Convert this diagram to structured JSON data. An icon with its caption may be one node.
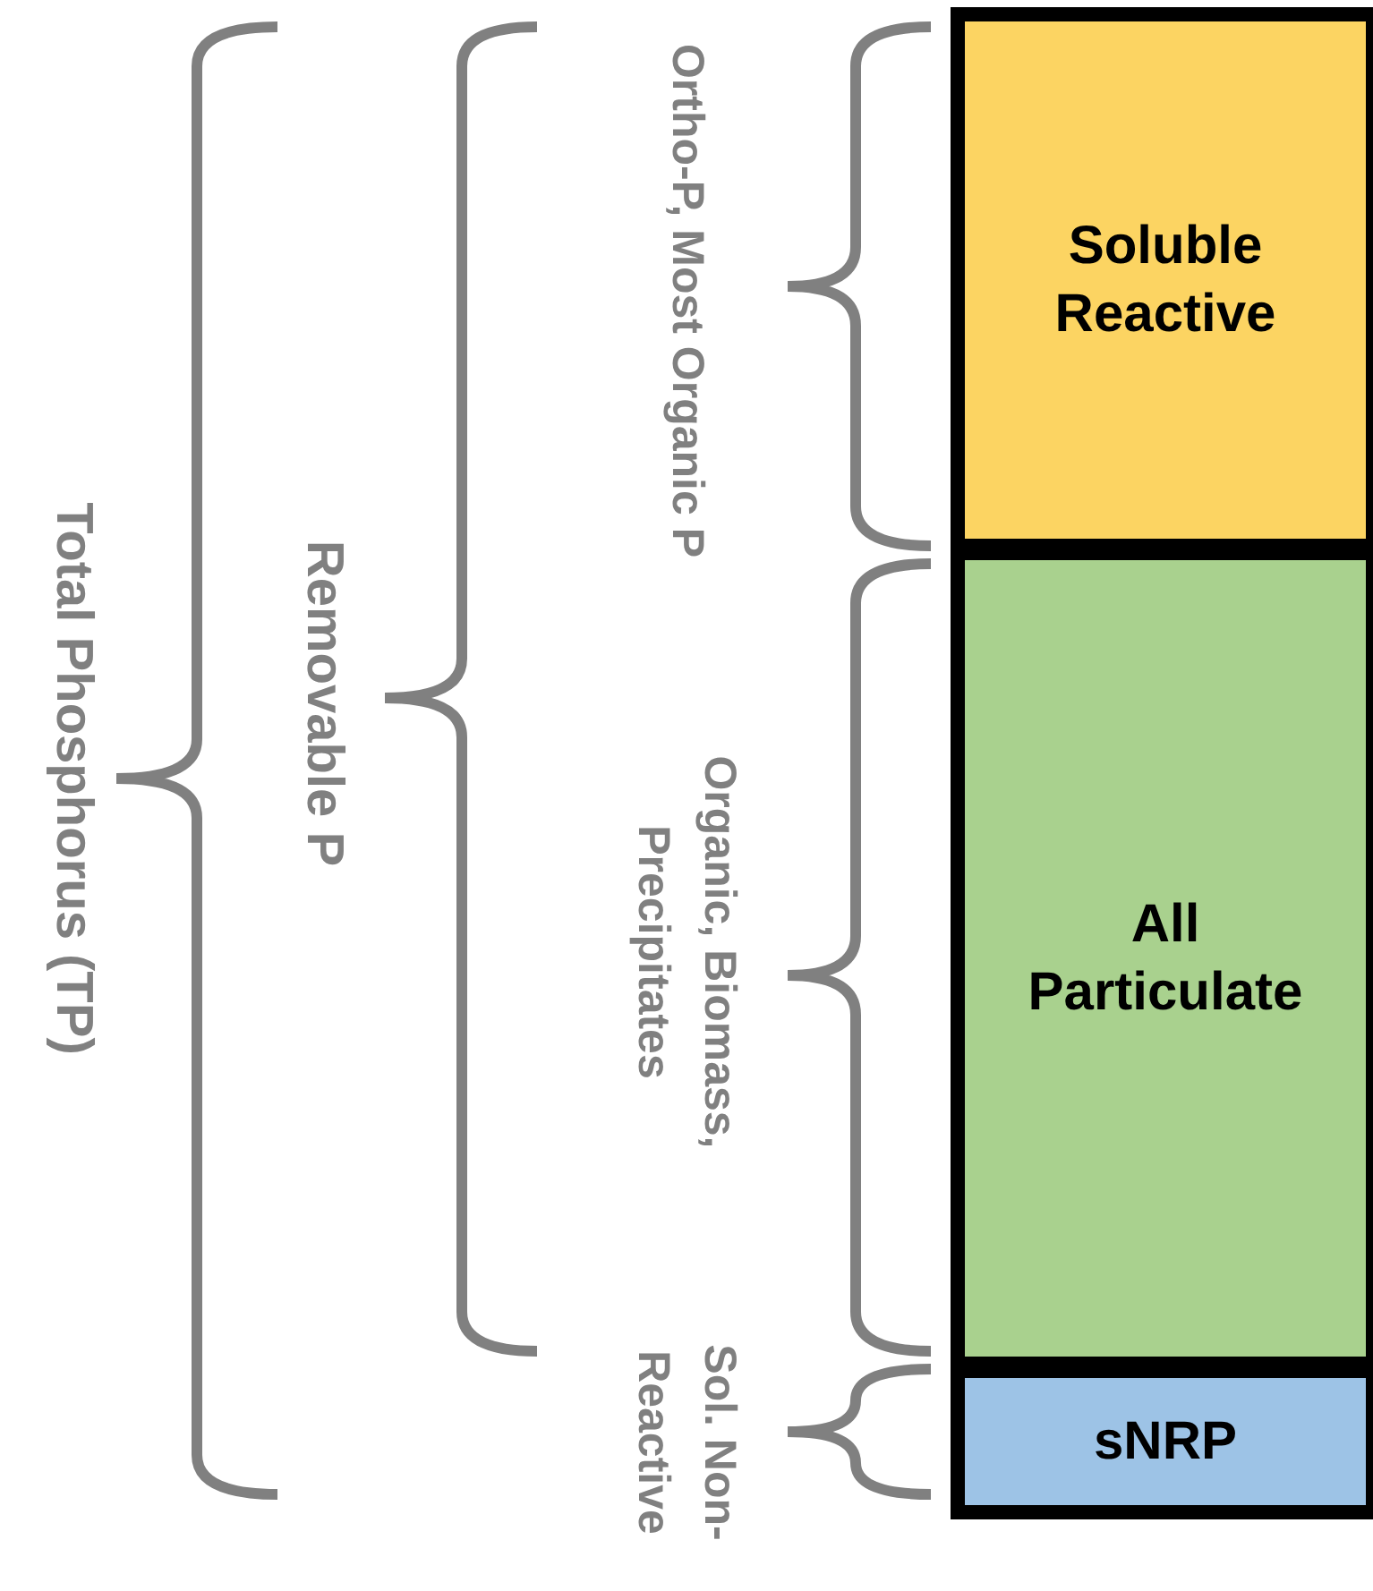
{
  "diagram": {
    "nodes": [
      {
        "text": [
          "Soluble Reactive"
        ]
      },
      {
        "text": [
          "All Particulate"
        ]
      },
      {
        "text": [
          "sNRP"
        ]
      }
    ],
    "labels": [
      "Total Phosphorus (TP)",
      "Removable P",
      "Ortho-P, Most Organic P",
      "Organic, Biomass, Precipitates",
      "Sol. Non-Reactive"
    ]
  }
}
